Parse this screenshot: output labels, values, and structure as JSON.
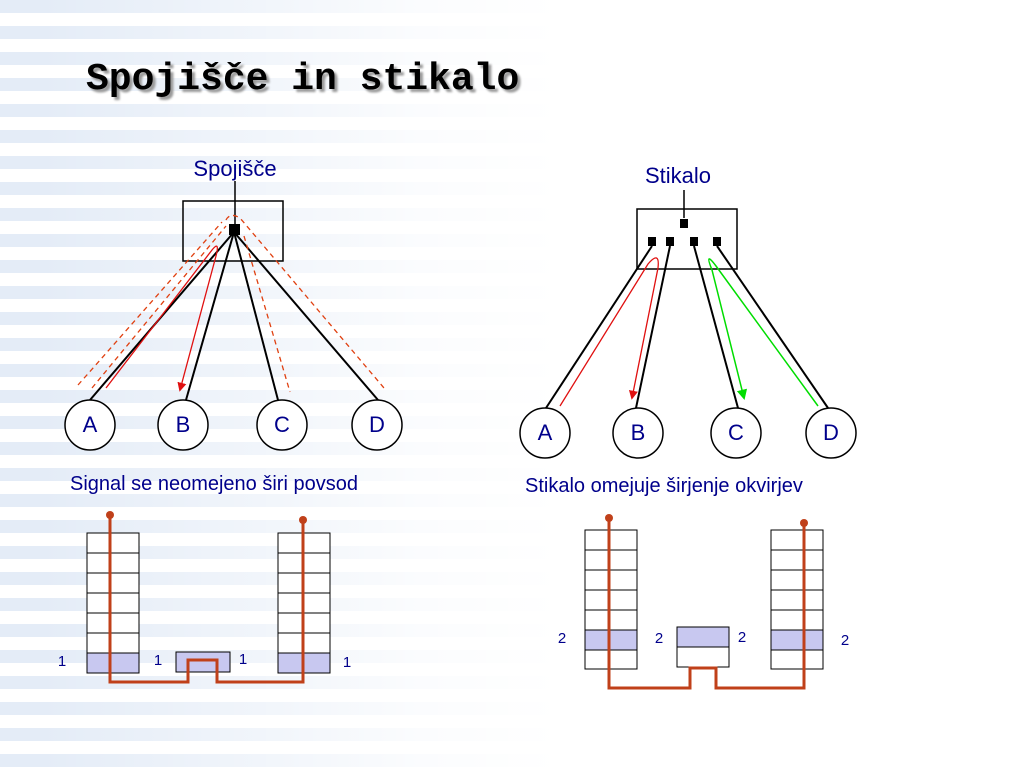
{
  "slide": {
    "title": "Spojišče in stikalo"
  },
  "hub": {
    "label": "Spojišče",
    "nodes": [
      "A",
      "B",
      "C",
      "D"
    ],
    "caption": "Signal se neomejeno širi povsod",
    "domain_numbers": [
      "1",
      "1",
      "1",
      "1"
    ]
  },
  "switch": {
    "label": "Stikalo",
    "nodes": [
      "A",
      "B",
      "C",
      "D"
    ],
    "caption": "Stikalo omejuje širjenje okvirjev",
    "domain_numbers": [
      "2",
      "2",
      "2",
      "2"
    ]
  },
  "colors": {
    "text": "#00008b",
    "line": "#000000",
    "flood": "#e04010",
    "path_red": "#e01010",
    "path_green": "#00dd00",
    "stack_highlight": "#c8c8f0",
    "cable": "#c0401a"
  }
}
